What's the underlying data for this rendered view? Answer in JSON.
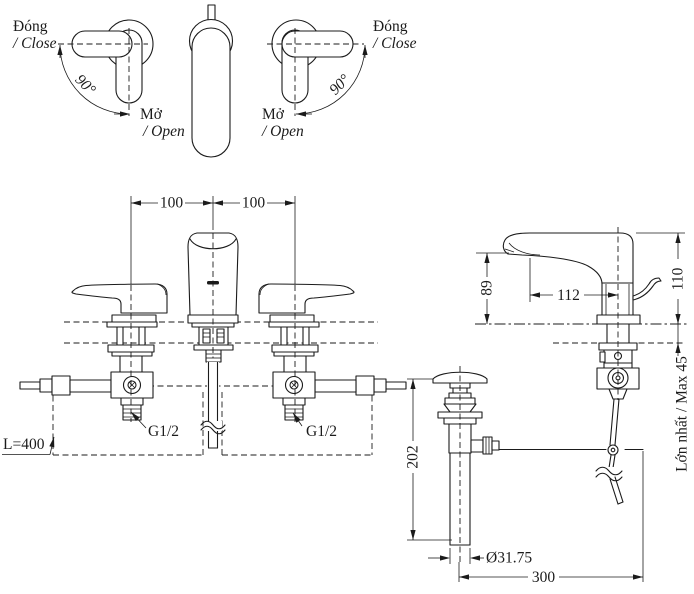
{
  "drawing": {
    "background": "#ffffff",
    "line_color": "#1b1b1b",
    "description": "Two-handle widespread basin faucet with pop-up drain — installation dimension drawing"
  },
  "handle_left": {
    "close_vi": "Đóng",
    "close_en": "/ Close",
    "angle": "90°",
    "open_vi": "Mở",
    "open_en": "/ Open"
  },
  "handle_right": {
    "close_vi": "Đóng",
    "close_en": "/ Close",
    "angle": "90°",
    "open_vi": "Mở",
    "open_en": "/ Open"
  },
  "front_view": {
    "hole_spacing_left": "100",
    "hole_spacing_right": "100",
    "thread_left": "G1/2",
    "thread_right": "G1/2",
    "supply_length": "L=400"
  },
  "side_view": {
    "spout_reach": "112",
    "spout_height": "89",
    "overall_height": "110",
    "max_deck": "Lớn nhất / Max 45",
    "drain_drop": "202",
    "drain_diameter": "Ø31.75",
    "rod_reach": "300"
  }
}
